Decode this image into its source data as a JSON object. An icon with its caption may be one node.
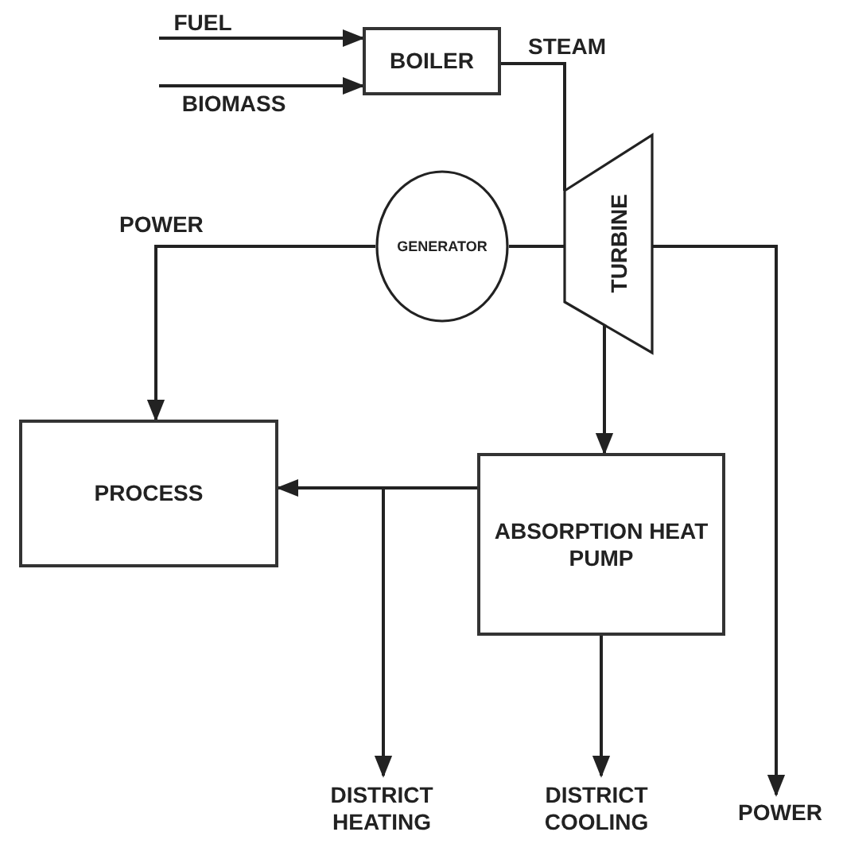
{
  "diagram": {
    "nodes": [
      {
        "text": [
          "FUEL"
        ]
      },
      {
        "text": [
          "BIOMASS"
        ]
      },
      {
        "text": [
          "BOILER"
        ]
      },
      {
        "text": [
          "GENERATOR"
        ]
      },
      {
        "text": [
          "TURBINE"
        ]
      },
      {
        "text": [
          "PROCESS"
        ]
      },
      {
        "text": [
          "ABSORPTION HEAT PUMP"
        ]
      },
      {
        "text": [
          "DISTRICT HEATING"
        ]
      },
      {
        "text": [
          "DISTRICT COOLING"
        ]
      },
      {
        "text": [
          "POWER"
        ]
      }
    ],
    "edges": [
      {
        "from": 0,
        "to": 2,
        "arrow": "to"
      },
      {
        "from": 1,
        "to": 2,
        "arrow": "to"
      },
      {
        "from": 2,
        "to": 4,
        "arrow": "none",
        "label": "STEAM"
      },
      {
        "from": 4,
        "to": 3,
        "arrow": "none"
      },
      {
        "from": 3,
        "to": 5,
        "arrow": "to",
        "label": "POWER"
      },
      {
        "from": 4,
        "to": 6,
        "arrow": "to"
      },
      {
        "from": 6,
        "to": 5,
        "arrow": "to"
      },
      {
        "from": 6,
        "to": 7,
        "arrow": "to"
      },
      {
        "from": 6,
        "to": 8,
        "arrow": "to"
      },
      {
        "from": 4,
        "to": 9,
        "arrow": "to"
      }
    ]
  }
}
